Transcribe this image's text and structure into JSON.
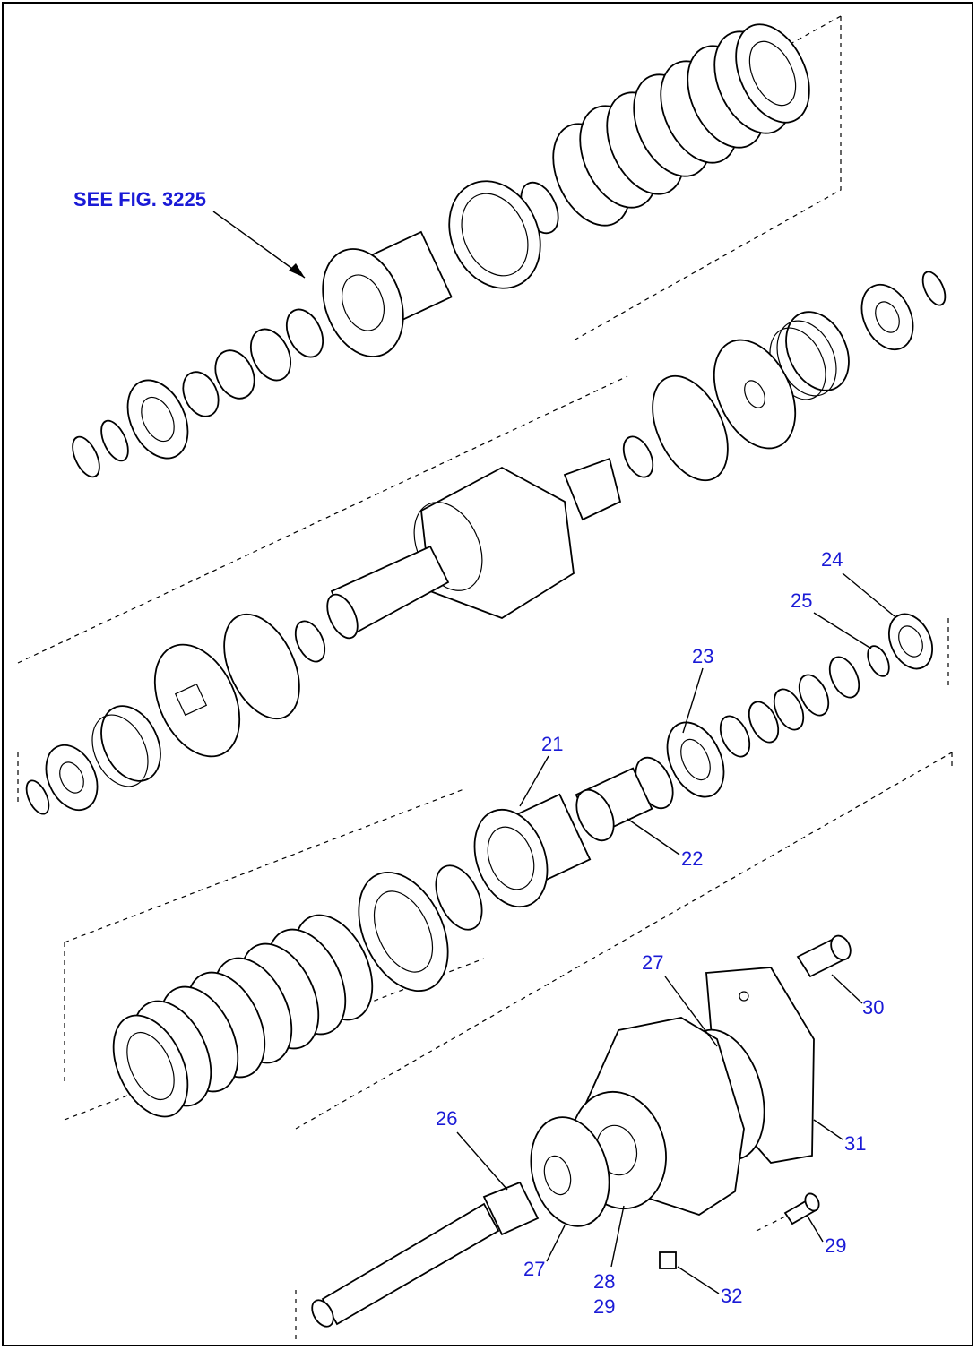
{
  "figure": {
    "reference_note": "SEE FIG. 3225",
    "callouts": {
      "c21": "21",
      "c22": "22",
      "c23": "23",
      "c24": "24",
      "c25": "25",
      "c26": "26",
      "c27a": "27",
      "c27b": "27",
      "c28": "28",
      "c29a": "29",
      "c29b": "29",
      "c30": "30",
      "c31": "31",
      "c32": "32"
    }
  },
  "colors": {
    "callout": "#1a1ad6",
    "line": "#000000",
    "background": "#ffffff"
  }
}
